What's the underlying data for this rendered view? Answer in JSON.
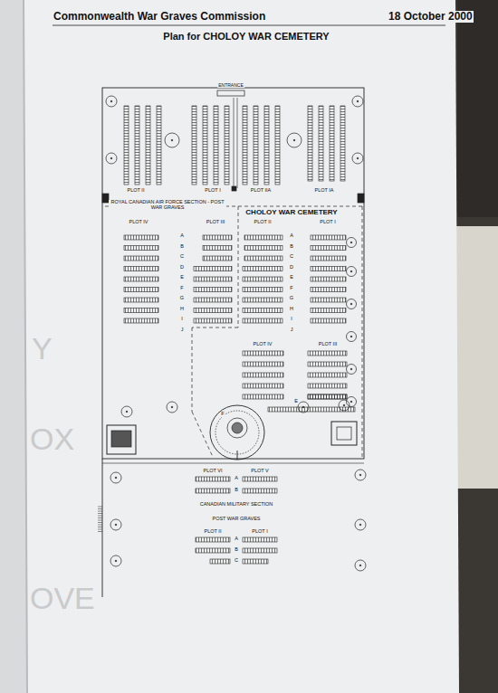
{
  "diagram": {
    "title": "Plan for CHOLOY WAR CEMETERY",
    "labels": [
      "Commonwealth War Graves Commission",
      "18 October 2000",
      "ENTRANCE",
      "PLOT II",
      "PLOT I",
      "PLOT IIA",
      "PLOT IA",
      "ROYAL CANADIAN AIR FORCE SECTION - POST WAR GRAVES",
      "CHOLOY WAR CEMETERY",
      "PLOT IV",
      "PLOT III",
      "PLOT II",
      "PLOT I",
      "A",
      "B",
      "C",
      "D",
      "E",
      "F",
      "G",
      "H",
      "I",
      "J",
      "A",
      "B",
      "C",
      "D",
      "E",
      "F",
      "G",
      "H",
      "I",
      "J",
      "PLOT IV",
      "PLOT III",
      "E",
      "F",
      "PLOT VI",
      "PLOT V",
      "A",
      "B",
      "CANADIAN MILITARY SECTION",
      "POST WAR GRAVES",
      "PLOT II",
      "PLOT I",
      "A",
      "B",
      "C",
      "Y",
      "OX",
      "OVE"
    ]
  }
}
